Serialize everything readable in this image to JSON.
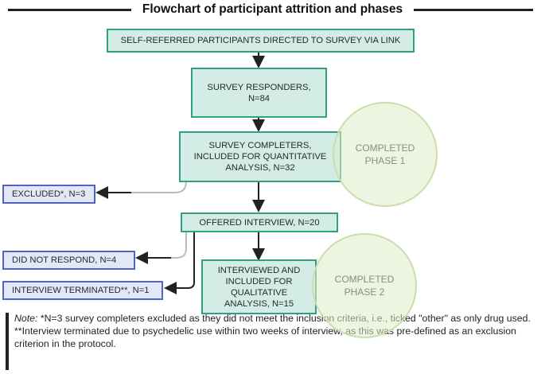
{
  "title": "Flowchart of participant attrition and phases",
  "boxes": {
    "self_referred": "SELF-REFERRED PARTICIPANTS DIRECTED TO SURVEY VIA LINK",
    "survey_responders_line1": "SURVEY RESPONDERS,",
    "survey_responders_line2": "N=84",
    "survey_completers_line1": "SURVEY COMPLETERS,",
    "survey_completers_line2": "INCLUDED FOR QUANTITATIVE",
    "survey_completers_line3": "ANALYSIS, N=32",
    "offered_interview": "OFFERED INTERVIEW, N=20",
    "interviewed_line1": "INTERVIEWED AND",
    "interviewed_line2": "INCLUDED FOR",
    "interviewed_line3": "QUALITATIVE",
    "interviewed_line4": "ANALYSIS, N=15"
  },
  "side_boxes": {
    "excluded": "EXCLUDED*, N=3",
    "did_not_respond": "DID NOT RESPOND, N=4",
    "interview_terminated": "INTERVIEW TERMINATED**, N=1"
  },
  "phases": {
    "phase1_line1": "COMPLETED",
    "phase1_line2": "PHASE 1",
    "phase2_line1": "COMPLETED",
    "phase2_line2": "PHASE 2"
  },
  "note": {
    "label": "Note:",
    "text": " *N=3 survey completers excluded as they did not meet the inclusion criteria, i.e., ticked \"other\" as only drug used. **Interview terminated due to psychedelic use within two weeks of interview, as this was pre-defined as an exclusion criterion in the protocol."
  }
}
